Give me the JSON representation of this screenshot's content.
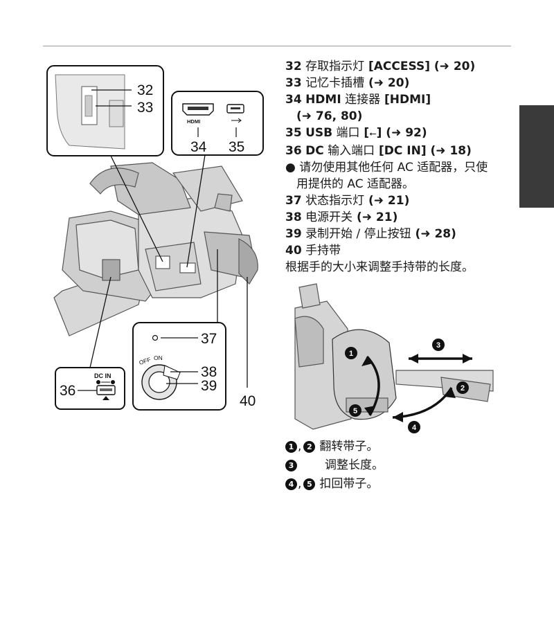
{
  "tab_color": "#3a3a3a",
  "figure_labels": {
    "n32": "32",
    "n33": "33",
    "n34": "34",
    "n35": "35",
    "n36": "36",
    "n37": "37",
    "n38": "38",
    "n39": "39",
    "n40": "40",
    "hdmi_logo": "HDMI",
    "dc_in": "DC IN",
    "off": "OFF",
    "on": "ON"
  },
  "items": [
    {
      "num": "32",
      "text": "存取指示灯",
      "bold": " [ACCESS] (➜ 20)"
    },
    {
      "num": "33",
      "text": "记忆卡插槽",
      "bold": " (➜ 20)"
    },
    {
      "num": "34",
      "pre_bold": "HDMI",
      "text": " 连接器",
      "bold": " [HDMI]",
      "line2": "(➜ 76, 80)"
    },
    {
      "num": "35",
      "pre_bold": "USB",
      "text": " 端口",
      "bold_a": " [",
      "usb_sym": "⭠",
      "bold": "] (➜ 92)"
    },
    {
      "num": "36",
      "pre_bold": "DC",
      "text": " 输入端口",
      "bold": " [DC IN] (➜ 18)"
    },
    {
      "num": "37",
      "text": "状态指示灯",
      "bold": " (➜ 21)"
    },
    {
      "num": "38",
      "text": "电源开关",
      "bold": " (➜ 21)"
    },
    {
      "num": "39",
      "text": "录制开始 / 停止按钮",
      "bold": " (➜ 28)"
    },
    {
      "num": "40",
      "text": "手持带",
      "bold": ""
    }
  ],
  "note": {
    "bullet": "●",
    "line1": "请勿使用其他任何 AC 适配器，只使",
    "line2": "用提供的 AC 适配器。"
  },
  "strap_desc": "根据手的大小来调整手持带的长度。",
  "strap_figure": {
    "c1": "1",
    "c2": "2",
    "c3": "3",
    "c4": "4",
    "c5": "5"
  },
  "legend": [
    {
      "a": "1",
      "comma": ",",
      "b": "2",
      "text": "翻转带子。"
    },
    {
      "a": "3",
      "comma": "",
      "b": "",
      "text": "调整长度。"
    },
    {
      "a": "4",
      "comma": ",",
      "b": "5",
      "text": "扣回带子。"
    }
  ]
}
